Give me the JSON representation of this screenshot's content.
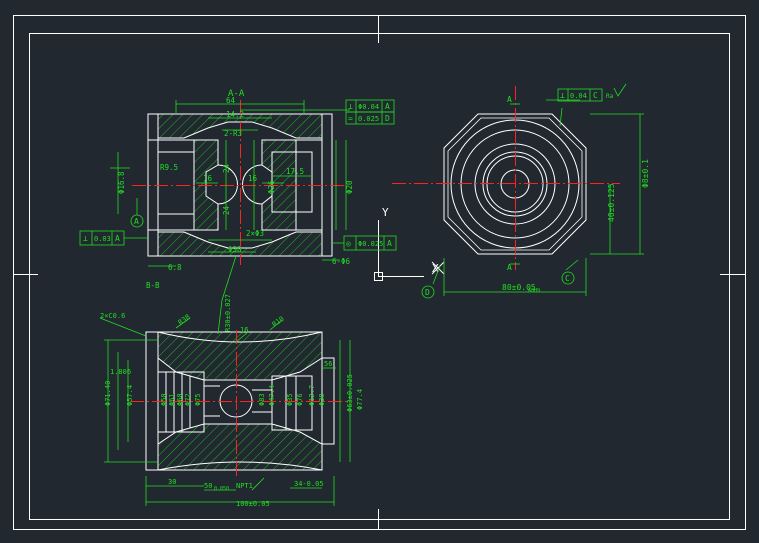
{
  "colors": {
    "background": "#212830",
    "frame": "#ffffff",
    "geometry": "#ffffff",
    "dimension": "#22dd22",
    "hatch": "#1fb41f",
    "centerline": "#ff2020"
  },
  "ucs": {
    "x_label": "X",
    "y_label": "Y"
  },
  "section_view": {
    "title": "A-A",
    "dims": [
      "64",
      "14.2",
      "2-R3",
      "24",
      "24",
      "16",
      "16",
      "R9.5",
      "17.5",
      "Φ16.8",
      "Φ26",
      "Φ20",
      "2×Φ3",
      "Φ38",
      "6.8",
      "6-Φ6"
    ],
    "datum_left": "A",
    "datum_bottom": "B-B",
    "tol_top": [
      {
        "symbol": "⊥",
        "value": "Φ0.04",
        "datum": "A"
      },
      {
        "symbol": "=",
        "value": "0.025",
        "datum": "D"
      }
    ],
    "tol_left": {
      "symbol": "⊥",
      "value": "0.03",
      "datum": "A"
    },
    "tol_bottom": {
      "symbol": "◎",
      "value": "Φ0.025",
      "datum": "A"
    }
  },
  "end_view": {
    "section_mark": "A",
    "tol_top": {
      "symbol": "⊥",
      "value": "0.04",
      "datum": "C"
    },
    "roughness": "Ra",
    "dim_height": "Φ8±0.1",
    "dim_half": "40±0.125",
    "dim_width": "80±0.05",
    "dim_width_tol": "A8H9",
    "datum_left": "D",
    "datum_right": "C"
  },
  "main_view": {
    "dims": [
      "2×C0.6",
      "R38",
      "R30±0.027",
      "16",
      "R10",
      "1.806",
      "Φ71.40",
      "Φ57.4",
      "Φ50",
      "Φ61",
      "Φ60",
      "Φ72",
      "Φ75",
      "Φ35",
      "Φ76",
      "Φ12.7",
      "Φ30",
      "Φ83",
      "Φ47.4",
      "Φ63±0.025",
      "Φ77.4",
      "56",
      "30",
      "50",
      "NPT1",
      "34-0.05",
      "100±0.05"
    ],
    "tol_sub": "0.050"
  }
}
